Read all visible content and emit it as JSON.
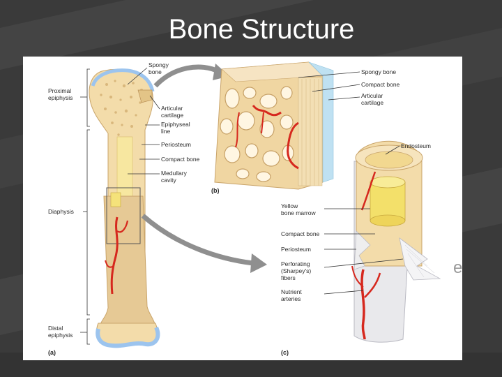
{
  "slide": {
    "title": "Bone Structure",
    "stray_text": "e"
  },
  "labels_a": {
    "spongy_bone": [
      "Spongy",
      "bone"
    ],
    "proximal_epiphysis": [
      "Proximal",
      "epiphysis"
    ],
    "articular_cartilage": [
      "Articular",
      "cartilage"
    ],
    "epiphyseal_line": [
      "Epiphyseal",
      "line"
    ],
    "periosteum": "Periosteum",
    "compact_bone": "Compact bone",
    "medullary_cavity": [
      "Medullary",
      "cavity"
    ],
    "diaphysis": "Diaphysis",
    "distal_epiphysis": [
      "Distal",
      "epiphysis"
    ],
    "panel_letter": "(a)"
  },
  "labels_b": {
    "spongy_bone": "Spongy bone",
    "compact_bone": "Compact bone",
    "articular_cartilage": [
      "Articular",
      "cartilage"
    ],
    "panel_letter": "(b)"
  },
  "labels_c": {
    "endosteum": "Endosteum",
    "yellow_marrow": [
      "Yellow",
      "bone marrow"
    ],
    "compact_bone": "Compact bone",
    "periosteum": "Periosteum",
    "perforating_fibers": [
      "Perforating",
      "(Sharpey's)",
      "fibers"
    ],
    "nutrient_arteries": [
      "Nutrient",
      "arteries"
    ],
    "panel_letter": "(c)"
  },
  "colors": {
    "background": "#3a3a3a",
    "bone": "#f3dcaa",
    "bone_shadow": "#e8c78e",
    "cartilage": "#9cc4ee",
    "artery": "#d6281e",
    "arrow": "#8f8f8f"
  }
}
